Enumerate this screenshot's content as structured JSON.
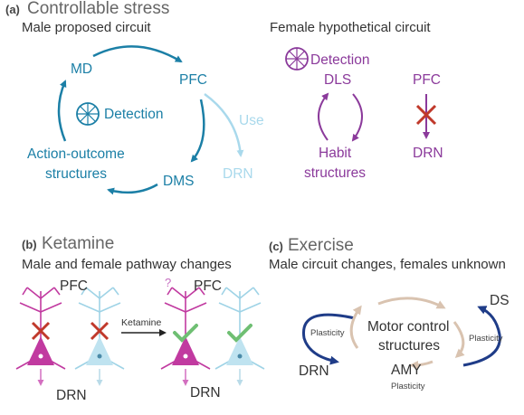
{
  "panel_a": {
    "tag": "(a)",
    "title": "Controllable stress",
    "male_subtitle": "Male proposed  circuit",
    "female_subtitle": "Female hypothetical circuit",
    "male": {
      "md": "MD",
      "pfc": "PFC",
      "detection": "Detection",
      "use": "Use",
      "drn": "DRN",
      "dms": "DMS",
      "action_outcome_1": "Action-outcome",
      "action_outcome_2": "structures"
    },
    "female": {
      "detection": "Detection",
      "dls": "DLS",
      "pfc": "PFC",
      "habit_1": "Habit",
      "habit_2": "structures",
      "drn": "DRN"
    },
    "colors": {
      "male": "#1b7fa6",
      "male_light": "#a9d9ec",
      "female": "#8b3a9b",
      "cross": "#c0392b"
    }
  },
  "panel_b": {
    "tag": "(b)",
    "title": "Ketamine",
    "subtitle": "Male and female pathway changes",
    "pfc_left": "PFC",
    "pfc_right": "PFC",
    "question": "?",
    "ketamine": "Ketamine",
    "drn_left": "DRN",
    "drn_right": "DRN",
    "colors": {
      "female_neuron": "#c13aa0",
      "male_neuron": "#9fd3e6",
      "check": "#6fbf73",
      "cross": "#c0392b"
    }
  },
  "panel_c": {
    "tag": "(c)",
    "title": "Exercise",
    "subtitle": "Male circuit changes, females unknown",
    "motor_1": "Motor control",
    "motor_2": "structures",
    "ds": "DS",
    "drn": "DRN",
    "amy": "AMY",
    "plasticity_left": "Plasticity",
    "plasticity_right": "Plasticity",
    "plasticity_bottom": "Plasticity",
    "colors": {
      "arrow_dark": "#1f3c88",
      "arrow_tan": "#d9c3b0"
    }
  }
}
